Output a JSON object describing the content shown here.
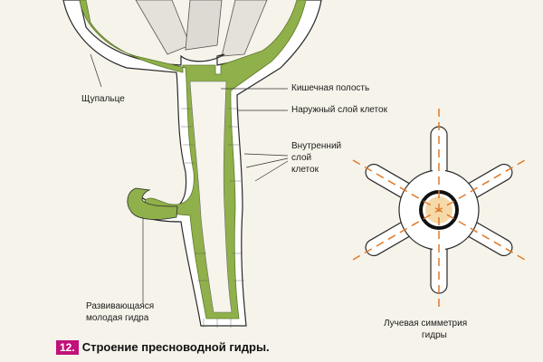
{
  "labels": {
    "tentacle": "Щупальце",
    "gut_cavity": "Кишечная полость",
    "outer_layer": "Наружный слой клеток",
    "inner_layer_1": "Внутренний",
    "inner_layer_2": "слой",
    "inner_layer_3": "клеток",
    "bud_1": "Развивающаяся",
    "bud_2": "молодая гидра",
    "symmetry_1": "Лучевая симметрия",
    "symmetry_2": "гидры"
  },
  "caption": {
    "number": "12.",
    "text": "Строение пресноводной гидры."
  },
  "colors": {
    "background": "#f6f3ea",
    "inner_layer": "#8fb04a",
    "outer_layer": "#ffffff",
    "outline": "#2a2a2a",
    "symmetry_axis": "#e07a2a",
    "badge": "#c0127a"
  }
}
